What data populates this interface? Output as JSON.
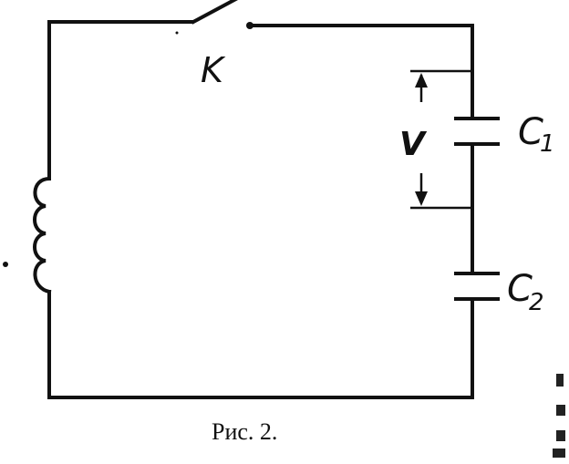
{
  "labels": {
    "switch": "K",
    "voltage": "V",
    "c1": {
      "letter": "C",
      "index": "1"
    },
    "c2": {
      "letter": "C",
      "index": "2"
    }
  },
  "caption": "Рис. 2.",
  "colors": {
    "ink": "#111111",
    "paper": "#ffffff"
  }
}
